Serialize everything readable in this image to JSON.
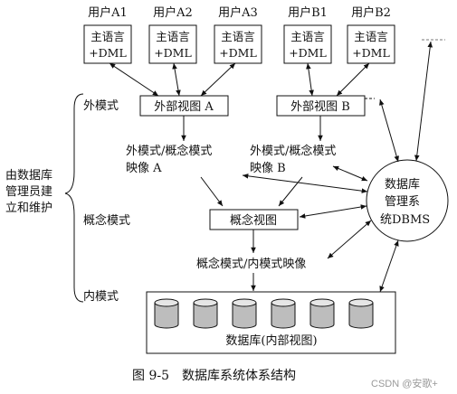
{
  "users": [
    {
      "label": "用户A1",
      "box_line1": "主语言",
      "box_line2": "+DML"
    },
    {
      "label": "用户A2",
      "box_line1": "主语言",
      "box_line2": "+DML"
    },
    {
      "label": "用户A3",
      "box_line1": "主语言",
      "box_line2": "+DML"
    },
    {
      "label": "用户B1",
      "box_line1": "主语言",
      "box_line2": "+DML"
    },
    {
      "label": "用户B2",
      "box_line1": "主语言",
      "box_line2": "+DML"
    }
  ],
  "levels": {
    "external": "外模式",
    "conceptual": "概念模式",
    "internal": "内模式"
  },
  "left_label": {
    "line1": "由数据库",
    "line2": "管理员建",
    "line3": "立和维护"
  },
  "views": {
    "external_a": "外部视图 A",
    "external_b": "外部视图 B",
    "conceptual": "概念视图"
  },
  "mappings": {
    "a_line1": "外模式/概念模式",
    "a_line2": "映像 A",
    "b_line1": "外模式/概念模式",
    "b_line2": "映像 B",
    "internal": "概念模式/内模式映像"
  },
  "dbms": {
    "line1": "数据库",
    "line2": "管理系",
    "line3": "统DBMS"
  },
  "database": {
    "label": "数据库(内部视图)"
  },
  "caption": "图 9-5　数据库系统体系结构",
  "watermark": "CSDN @安歌+"
}
